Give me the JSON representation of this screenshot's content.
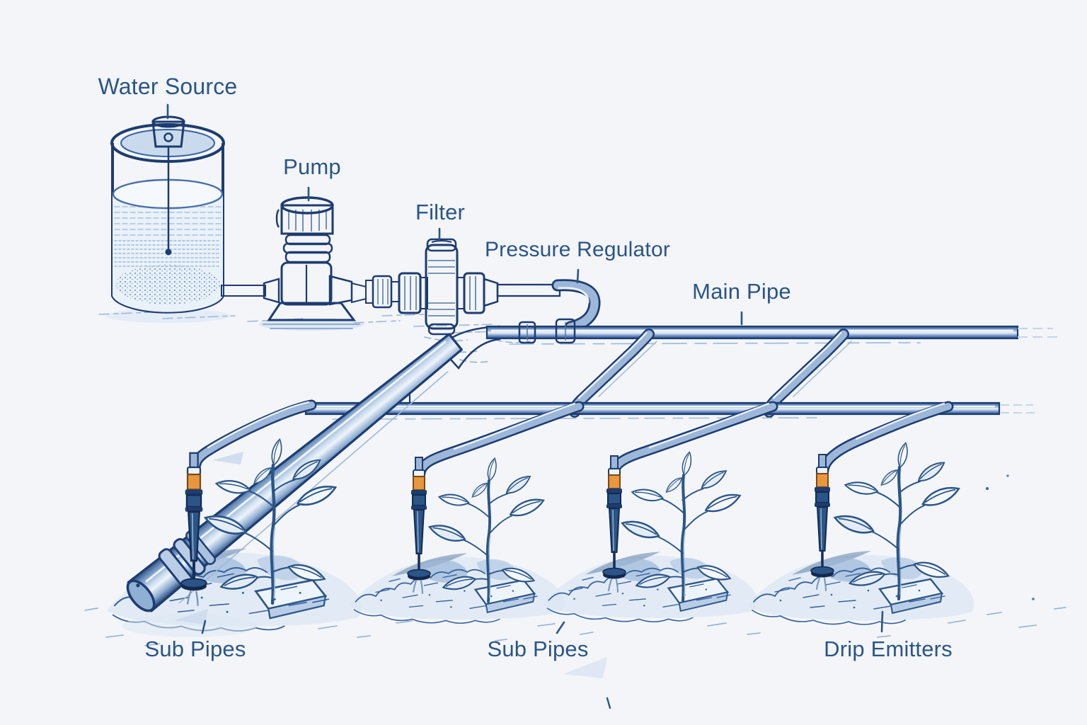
{
  "diagram": {
    "type": "drip-irrigation-system-illustration",
    "style": "hand-drawn blue line art on light background",
    "labels": {
      "water_source": "Water Source",
      "pump": "Pump",
      "filter": "Filter",
      "pressure_regulator": "Pressure Regulator",
      "main_pipe": "Main Pipe",
      "sub_pipes_left": "Sub Pipes",
      "sub_pipes_center": "Sub Pipes",
      "drip_emitters": "Drip Emitters"
    },
    "counts": {
      "drip_emitters": 4,
      "plants": 4,
      "sub_pipe_laterals": 4
    },
    "colors": {
      "background": "#f3f5f8",
      "ink_navy": "#1d3c70",
      "label_text": "#2b5586",
      "pipe_steel": "#9cb7d8",
      "pipe_light": "#c9daed",
      "pipe_highlight": "#eef4fb",
      "emitter_orange": "#e8973f",
      "water_fill": "#e9f1f9",
      "soil_sketch": "#35609c"
    }
  }
}
